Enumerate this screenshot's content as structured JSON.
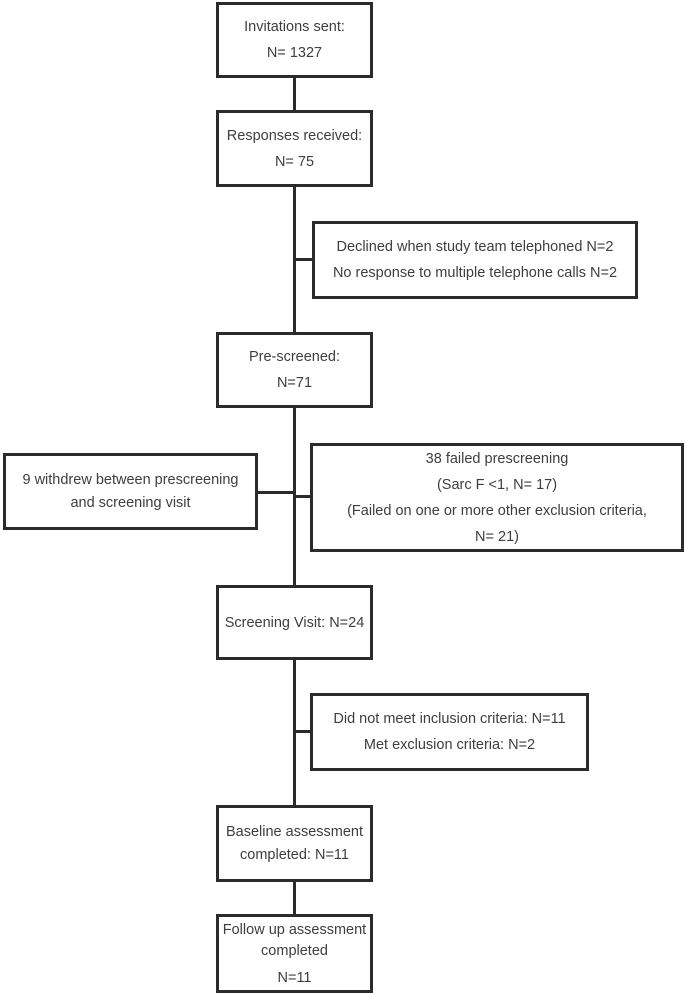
{
  "colors": {
    "line": "#2d2a2b",
    "text": "#3f3d3e",
    "background": "#ffffff"
  },
  "nodes": {
    "invitations": {
      "lines": [
        "Invitations sent:",
        "N= 1327"
      ]
    },
    "responses": {
      "lines": [
        "Responses received:",
        "N= 75"
      ]
    },
    "declined": {
      "lines": [
        "Declined when study team telephoned N=2",
        "No response to multiple telephone calls N=2"
      ]
    },
    "prescreened": {
      "lines": [
        "Pre-screened:",
        "N=71"
      ]
    },
    "withdrew": {
      "lines": [
        "9 withdrew between prescreening",
        "and screening visit"
      ]
    },
    "failed_prescreening": {
      "lines": [
        "38 failed prescreening",
        "(Sarc F <1, N= 17)",
        "(Failed on one or more other exclusion criteria,",
        "N= 21)"
      ]
    },
    "screening_visit": {
      "lines": [
        "Screening Visit: N=24"
      ]
    },
    "not_eligible": {
      "lines": [
        "Did not meet inclusion criteria: N=11",
        "Met exclusion criteria: N=2"
      ]
    },
    "baseline": {
      "lines": [
        "Baseline assessment",
        "completed: N=11"
      ]
    },
    "followup": {
      "lines": [
        "Follow up assessment",
        "completed",
        "N=11"
      ]
    }
  }
}
